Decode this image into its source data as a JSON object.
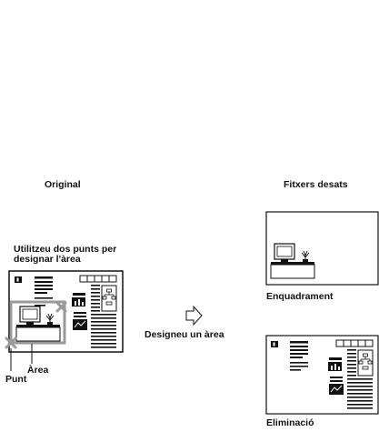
{
  "headings": {
    "original": "Original",
    "saved_files": "Fitxers desats"
  },
  "instruction": {
    "line1": "Utilitzeu dos punts per",
    "line2": "designar l'àrea"
  },
  "labels": {
    "point": "Punt",
    "area": "Àrea",
    "designate_area": "Designeu un àrea"
  },
  "results": {
    "framing": "Enquadrament",
    "elimination": "Eliminació"
  },
  "colors": {
    "ink": "#111111",
    "selection_frame": "#9a9a9a",
    "page_border": "#111111"
  }
}
